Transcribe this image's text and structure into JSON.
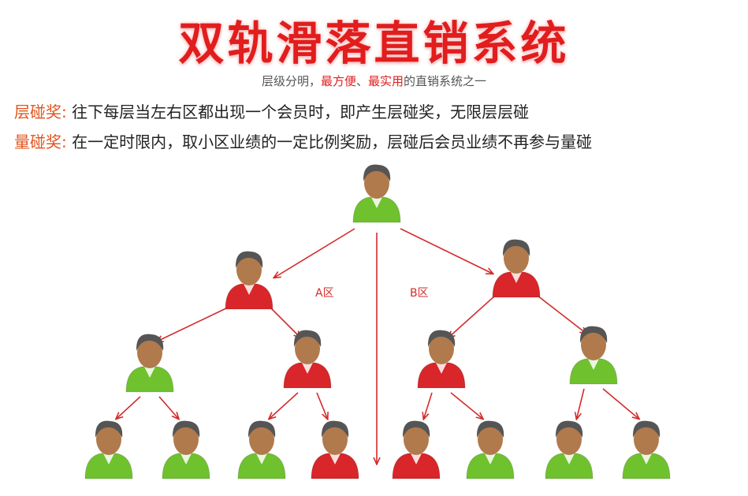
{
  "title": "双轨滑落直销系统",
  "subtitle": {
    "part1": "层级分明，",
    "part2": "最方便",
    "part3": "、",
    "part4": "最实用",
    "part5": "的直销系统之一"
  },
  "rules": [
    {
      "label": "层碰奖:",
      "text": " 往下每层当左右区都出现一个会员时，即产生层碰奖，无限层层碰"
    },
    {
      "label": "量碰奖:",
      "text": " 在一定时限内，取小区业绩的一定比例奖励，层碰后会员业绩不再参与量碰"
    }
  ],
  "zones": {
    "a": "A区",
    "b": "B区"
  },
  "colors": {
    "title": "#e11d1d",
    "label": "#e0531b",
    "arrow": "#d42b2b",
    "green": "#6fc22e",
    "red": "#d8262a",
    "skin": "#b07a4c",
    "hair": "#555555"
  },
  "tree": {
    "root": {
      "shirt": "green"
    },
    "level1": [
      {
        "shirt": "red"
      },
      {
        "shirt": "red"
      }
    ],
    "level2": [
      {
        "shirt": "green"
      },
      {
        "shirt": "red"
      },
      {
        "shirt": "red"
      },
      {
        "shirt": "green"
      }
    ],
    "level3": [
      {
        "shirt": "green"
      },
      {
        "shirt": "green"
      },
      {
        "shirt": "green"
      },
      {
        "shirt": "red"
      },
      {
        "shirt": "red"
      },
      {
        "shirt": "green"
      },
      {
        "shirt": "green"
      },
      {
        "shirt": "green"
      }
    ]
  }
}
